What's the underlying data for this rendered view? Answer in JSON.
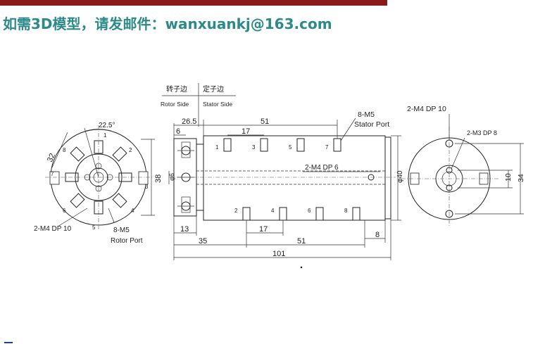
{
  "header": {
    "text": "如需3D模型，请发邮件：wanxuankj@163.com",
    "bar_color": "#8b1a1a",
    "text_color": "#2d8a8a"
  },
  "drawing": {
    "side_labels": {
      "rotor_cn": "转子边",
      "stator_cn": "定子边",
      "rotor_en": "Rotor Side",
      "stator_en": "Stator Side"
    },
    "left_view": {
      "angle": "22.5°",
      "dim_32": "32",
      "dim_38": "38",
      "ports": [
        "1",
        "2",
        "3",
        "4",
        "5",
        "6",
        "7",
        "8"
      ],
      "callout_holes": "2-M4 DP 10",
      "callout_ports": "8-M5",
      "callout_ports_sub": "Rotor Port"
    },
    "side_view": {
      "dim_26_5": "26.5",
      "dim_6": "6",
      "dim_17_top": "17",
      "dim_51_top": "51",
      "dim_phi6": "φ6",
      "dim_phi40": "φ40",
      "dim_13": "13",
      "dim_17_bottom": "17",
      "dim_35": "35",
      "dim_51_bottom": "51",
      "dim_8": "8",
      "dim_101": "101",
      "top_ports": [
        "1",
        "3",
        "5",
        "7"
      ],
      "bottom_ports": [
        "2",
        "4",
        "6",
        "8"
      ],
      "callout_stator": "8-M5",
      "callout_stator_sub": "Stator Port",
      "callout_m4": "2-M4 DP 6"
    },
    "right_view": {
      "callout_m4": "2-M4 DP 10",
      "callout_m3": "2-M3 DP 8",
      "dim_10": "10",
      "dim_34": "34"
    }
  }
}
